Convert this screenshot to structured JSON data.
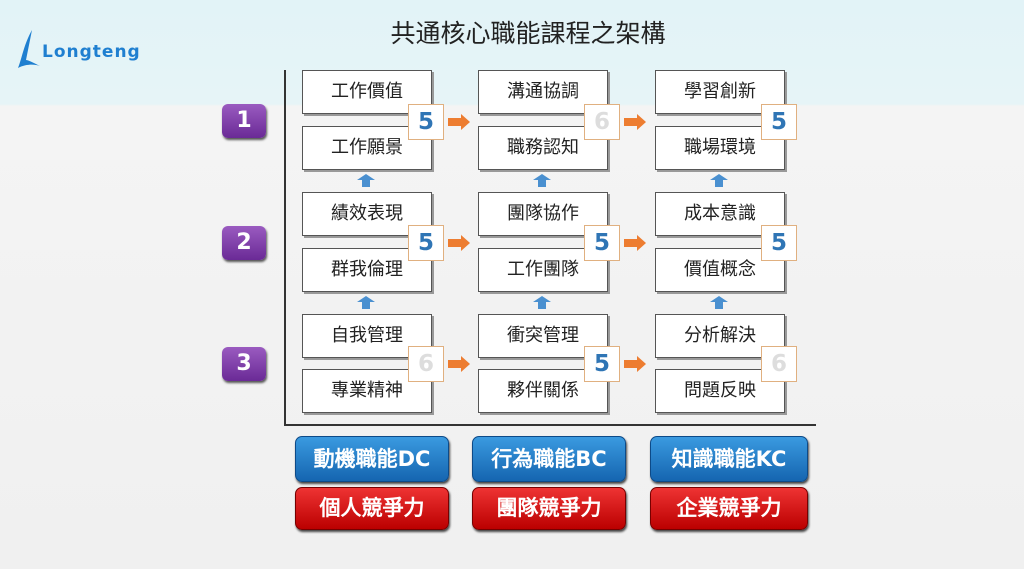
{
  "title": "共通核心職能課程之架構",
  "logo": "Longteng",
  "rows": [
    "1",
    "2",
    "3"
  ],
  "columns": [
    {
      "boxes": [
        "工作價值",
        "工作願景",
        "績效表現",
        "群我倫理",
        "自我管理",
        "專業精神"
      ],
      "badges": [
        "5",
        "5",
        "6"
      ]
    },
    {
      "boxes": [
        "溝通協調",
        "職務認知",
        "團隊協作",
        "工作團隊",
        "衝突管理",
        "夥伴關係"
      ],
      "badges": [
        "6",
        "5",
        "5"
      ]
    },
    {
      "boxes": [
        "學習創新",
        "職場環境",
        "成本意識",
        "價值概念",
        "分析解決",
        "問題反映"
      ],
      "badges": [
        "5",
        "5",
        "6"
      ]
    }
  ],
  "competencies": [
    "動機職能DC",
    "行為職能BC",
    "知識職能KC"
  ],
  "competitiveness": [
    "個人競爭力",
    "團隊競爭力",
    "企業競爭力"
  ],
  "colors": {
    "accent_blue": "#2f75b5",
    "arrow_orange": "#ed7d31",
    "purple": "#7030a0",
    "red": "#c00000"
  }
}
